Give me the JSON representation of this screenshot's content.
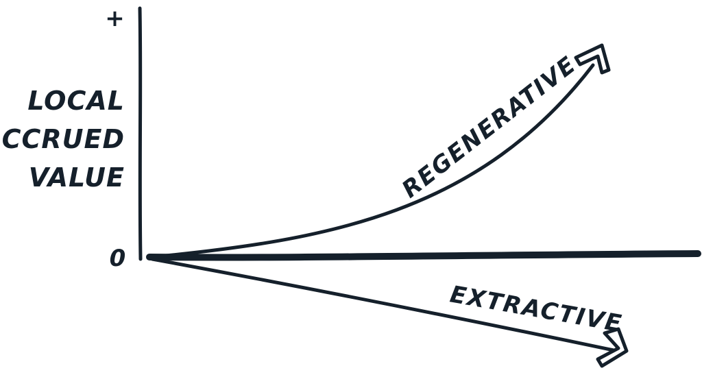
{
  "diagram": {
    "y_axis": {
      "label_lines": [
        "LOCAL",
        "ACCRUED",
        "VALUE"
      ],
      "top_marker": "+",
      "zero_marker": "0"
    },
    "curves": [
      {
        "id": "regenerative",
        "label": "REGENERATIVE",
        "direction": "up"
      },
      {
        "id": "extractive",
        "label": "EXTRACTIVE",
        "direction": "down"
      }
    ],
    "colors": {
      "ink": "#15202b",
      "background": "#ffffff"
    }
  }
}
